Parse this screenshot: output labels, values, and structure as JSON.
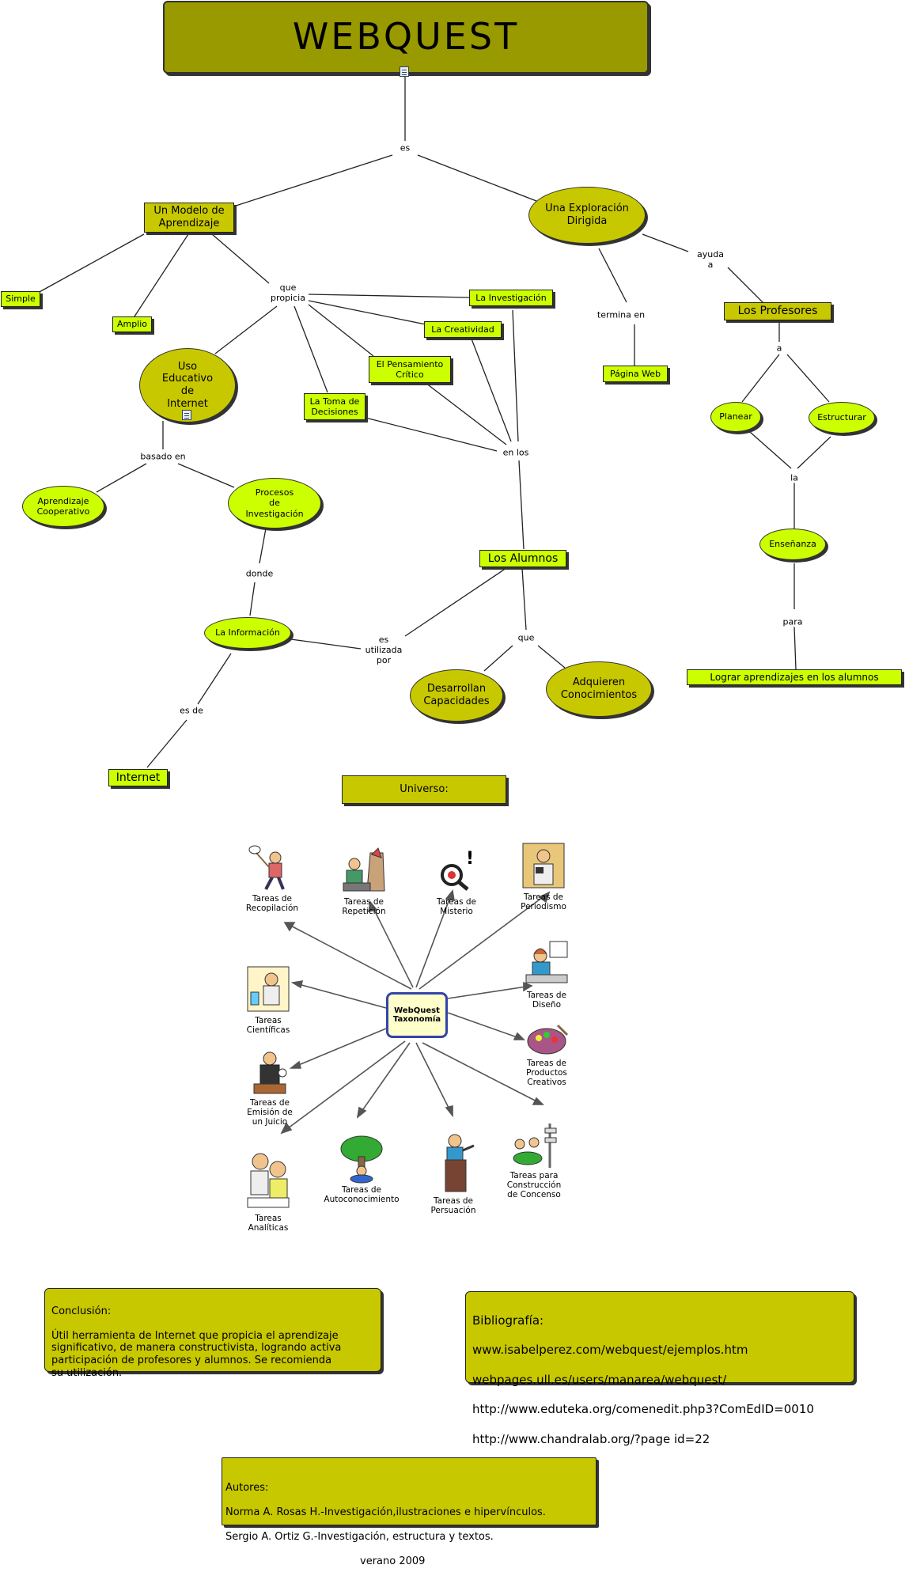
{
  "colors": {
    "title_fill": "#999900",
    "olive": "#c8c800",
    "lime": "#ccff00",
    "link": "#222222"
  },
  "nodes": {
    "title": "WEBQUEST",
    "modelo": "Un Modelo de\nAprendizaje",
    "exploracion": "Una Exploración\nDirigida",
    "simple": "Simple",
    "amplio": "Amplio",
    "uso": "Uso\nEducativo\nde\nInternet",
    "investigacion_node": "La Investigación",
    "creatividad": "La Creatividad",
    "pensamiento": "El Pensamiento\nCrítico",
    "toma": "La Toma de\nDecisiones",
    "pagina_web": "Página Web",
    "profesores": "Los Profesores",
    "planear": "Planear",
    "estructurar": "Estructurar",
    "ensenanza": "Enseñanza",
    "lograr": "Lograr  aprendizajes en los alumnos",
    "aprendizaje_coop": "Aprendizaje\nCooperativo",
    "procesos": "Procesos\nde\nInvestigación",
    "informacion": "La Información",
    "alumnos": "Los Alumnos",
    "desarrollan": "Desarrollan\nCapacidades",
    "adquieren": "Adquieren\nConocimientos",
    "internet": "Internet",
    "universo": "Universo:"
  },
  "links": {
    "es": "es",
    "que_propicia": "que\npropicia",
    "termina_en": "termina en",
    "ayuda_a": "ayuda\na",
    "a": "a",
    "la": "la",
    "para": "para",
    "basado_en": "basado en",
    "en_los": "en los",
    "donde": "donde",
    "es_utilizada_por": "es\nutilizada\npor",
    "que": "que",
    "es_de": "es de"
  },
  "taxonomy": {
    "center": "WebQuest\nTaxonomía",
    "tasks": [
      "Tareas de\nRecopilación",
      "Tareas de\nRepetición",
      "Tareas de\nMisterio",
      "Tareas de\nPeriodismo",
      "Tareas de\nDiseño",
      "Tareas de\nProductos\nCreativos",
      "Tareas para\nConstrucción\nde Concenso",
      "Tareas de\nPersuación",
      "Tareas de\nAutoconocimiento",
      "Tareas\nAnalíticas",
      "Tareas de\nEmisión de\nun Juicio",
      "Tareas\nCientíficas"
    ]
  },
  "conclusion": {
    "heading": "Conclusión:",
    "body": "Útil herramienta de Internet que propicia el aprendizaje\nsignificativo, de manera constructivista, logrando activa\nparticipación de profesores y alumnos. Se recomienda\nsu utilización."
  },
  "bibliografia": {
    "heading": "Bibliografía:",
    "items": [
      "www.isabelperez.com/webquest/ejemplos.htm",
      "webpages.ull.es/users/manarea/webquest/",
      "http://www.eduteka.org/comenedit.php3?ComEdID=0010",
      "http://www.chandralab.org/?page id=22"
    ]
  },
  "autores": {
    "heading": "Autores:",
    "lines": [
      "Norma A. Rosas H.-Investigación,ilustraciones e hipervínculos.",
      "Sergio A. Ortiz G.-Investigación, estructura y textos."
    ],
    "fecha": "verano 2009"
  }
}
